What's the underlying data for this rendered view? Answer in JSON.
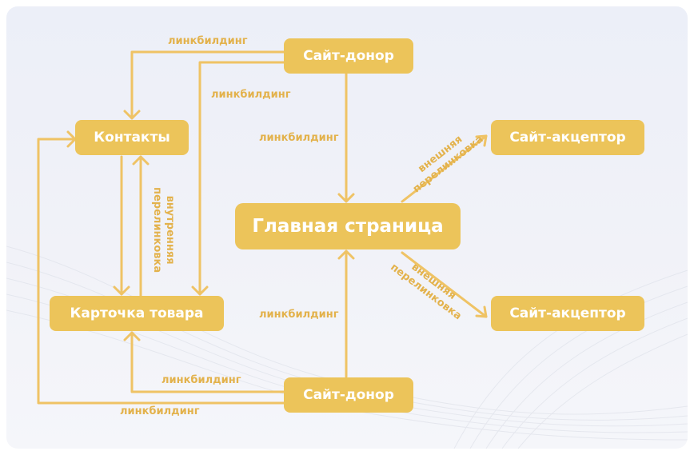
{
  "diagram": {
    "nodes": {
      "donor_top": "Сайт-донор",
      "contacts": "Контакты",
      "acceptor_top": "Сайт-акцептор",
      "main_page": "Главная страница",
      "product_card": "Карточка товара",
      "acceptor_bottom": "Сайт-акцептор",
      "donor_bottom": "Сайт-донор"
    },
    "edge_labels": {
      "donor_top_to_contacts": "линкбилдинг",
      "donor_top_to_product": "линкбилдинг",
      "donor_top_to_main": "линкбилдинг",
      "main_to_acceptor_top": [
        "внешняя",
        "перелинковка"
      ],
      "contacts_product_internal": [
        "внутренняя",
        "перелинковка"
      ],
      "main_to_acceptor_bottom": [
        "внешняя",
        "перелинковка"
      ],
      "donor_bottom_to_main": "линкбилдинг",
      "donor_bottom_to_product": "линкбилдинг",
      "donor_bottom_to_contacts": "линкбилдинг"
    },
    "colors": {
      "node_fill": "#ecc45a",
      "node_text": "#ffffff",
      "arrow": "#efc365",
      "label": "#e3b24c",
      "background": "#eceff8"
    }
  }
}
